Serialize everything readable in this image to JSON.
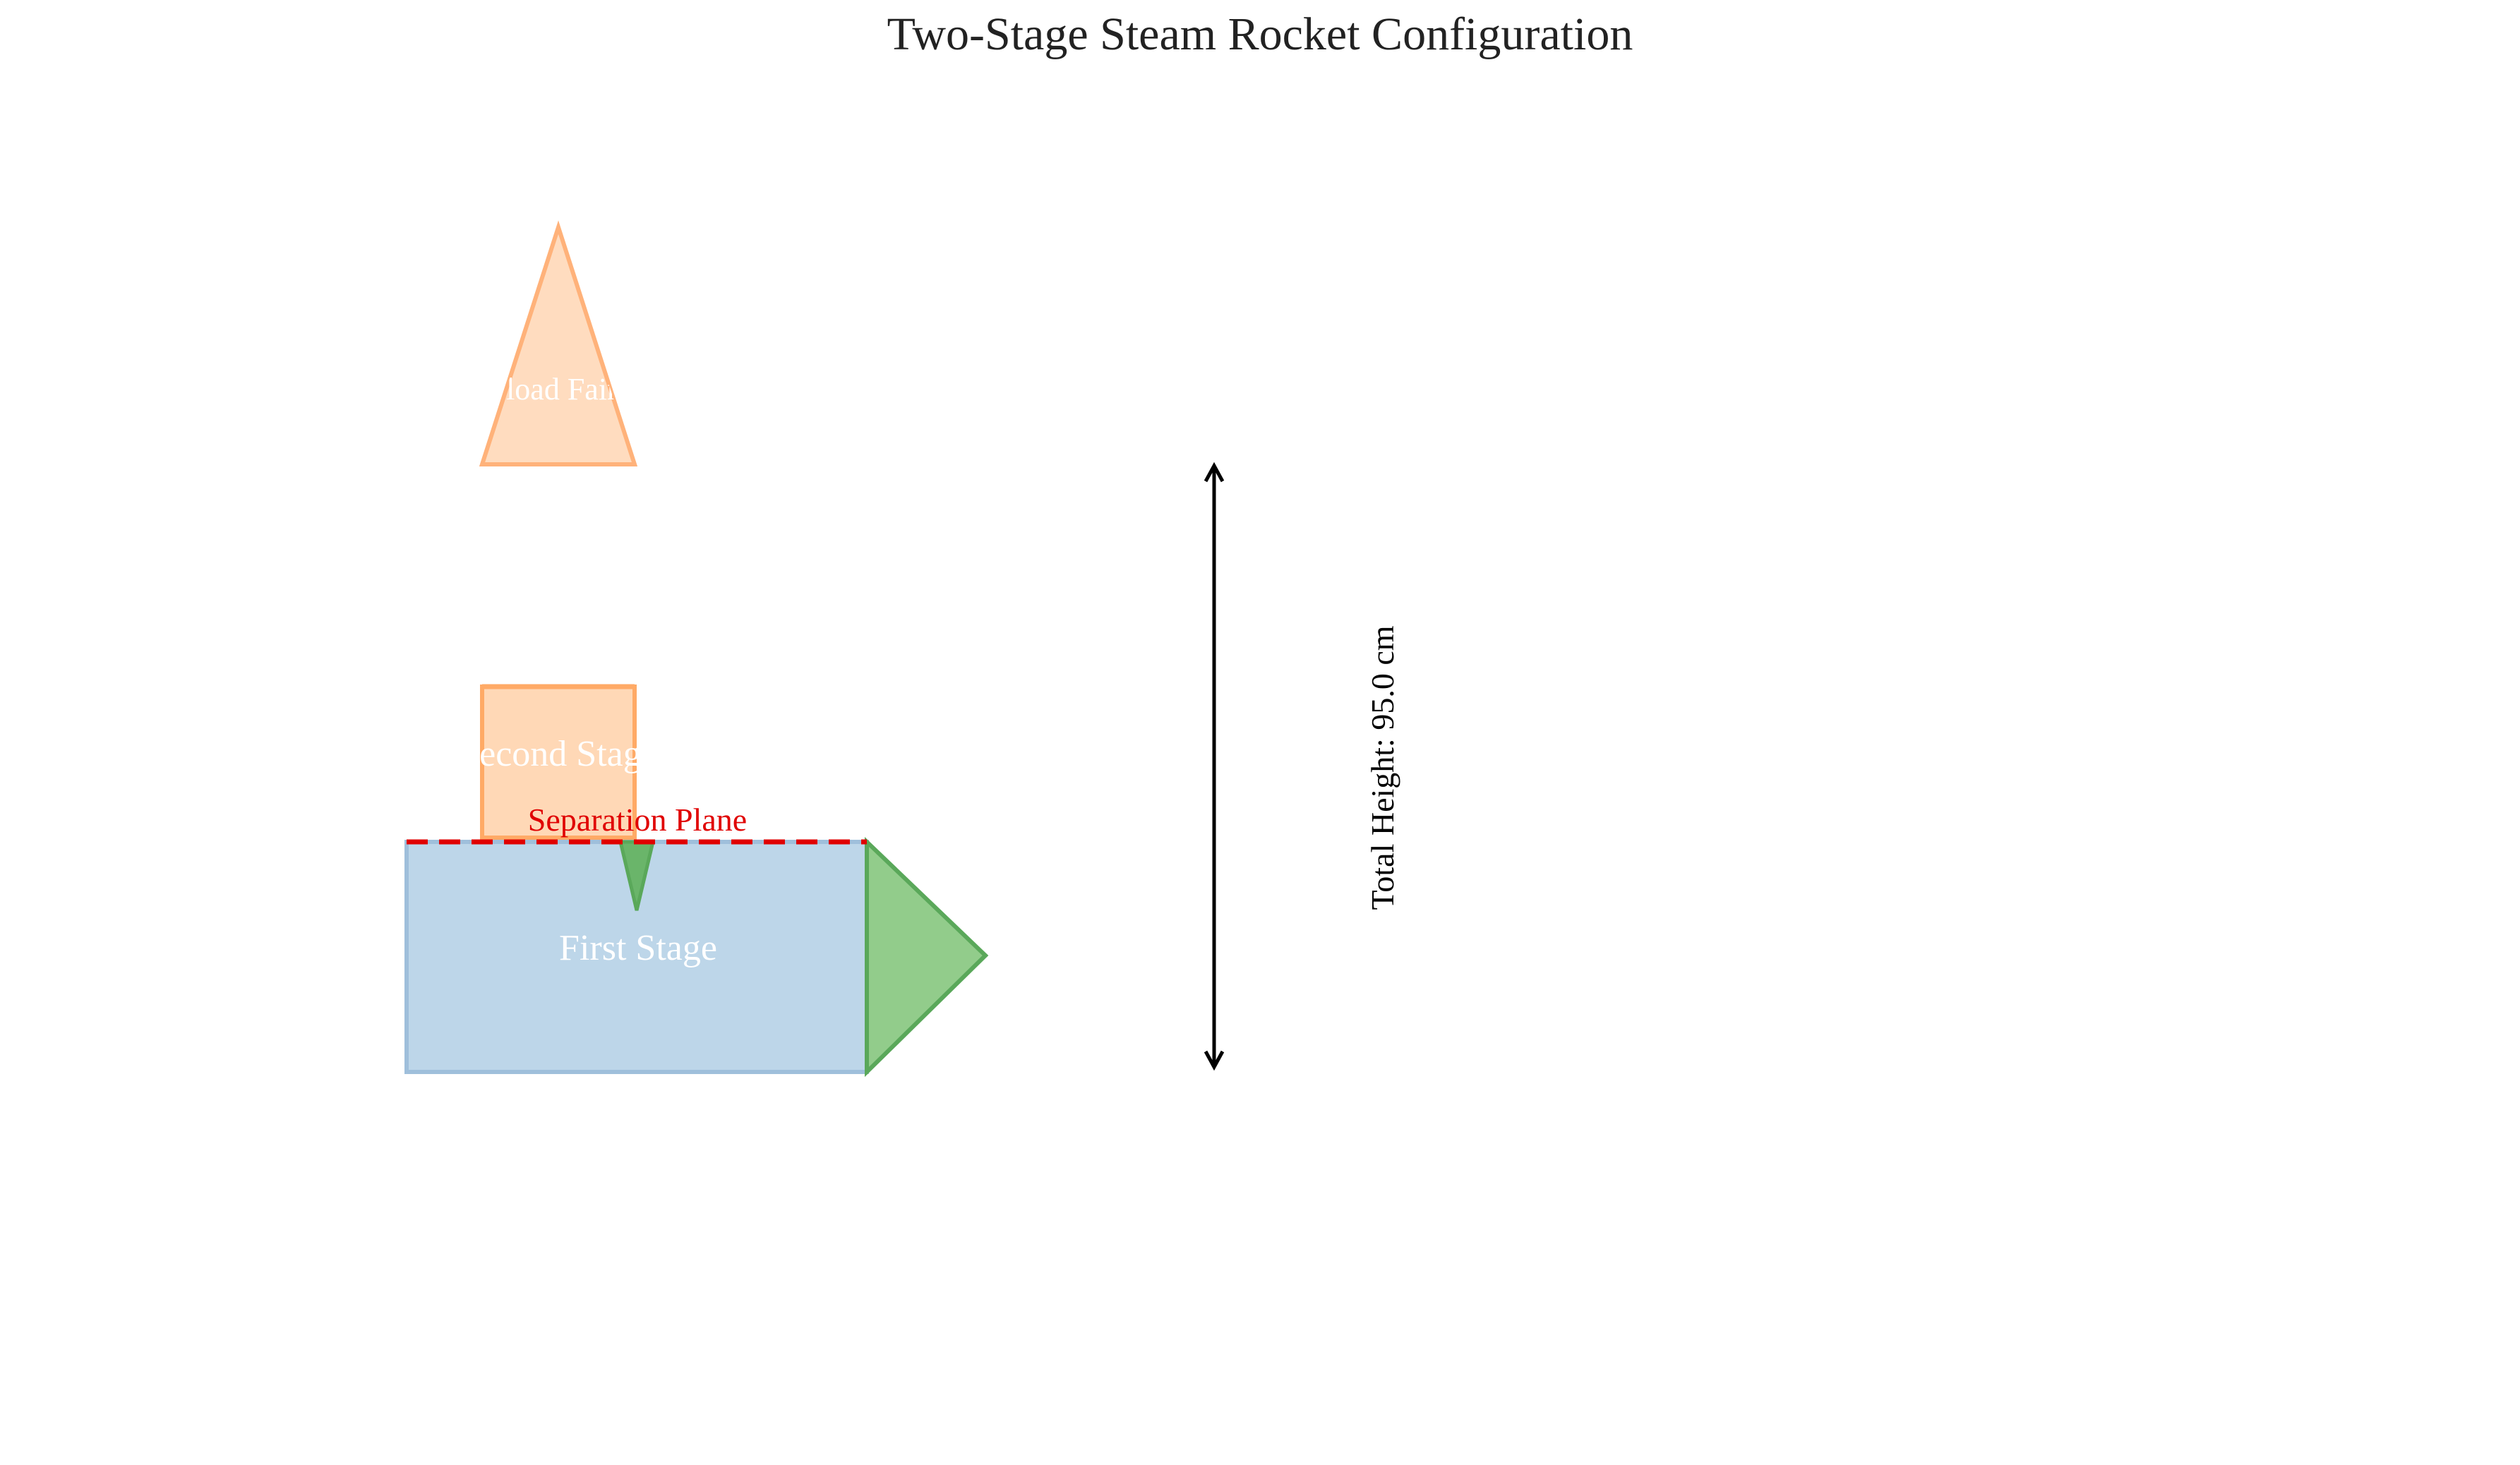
{
  "title": "Two-Stage Steam Rocket Configuration",
  "parts": {
    "payload_fairing": {
      "label": "Payload Fairing",
      "fill": "#ffdcbf",
      "stroke": "#ffb27a"
    },
    "second_stage": {
      "label": "Second Stage",
      "fill": "#ffd8b6",
      "stroke": "#ffaa66"
    },
    "first_stage": {
      "label": "First Stage",
      "fill": "#bdd6e9",
      "stroke": "#9fbfdb"
    },
    "fins": {
      "fill": "#92cc8b",
      "stroke": "#5aa85a"
    }
  },
  "separation_plane": {
    "label": "Separation Plane",
    "color": "#e00000"
  },
  "dimension": {
    "label": "Total Height: 95.0 cm",
    "color": "#000000"
  },
  "colors": {
    "label_on_shape": "#ffffff",
    "title": "#222222"
  }
}
